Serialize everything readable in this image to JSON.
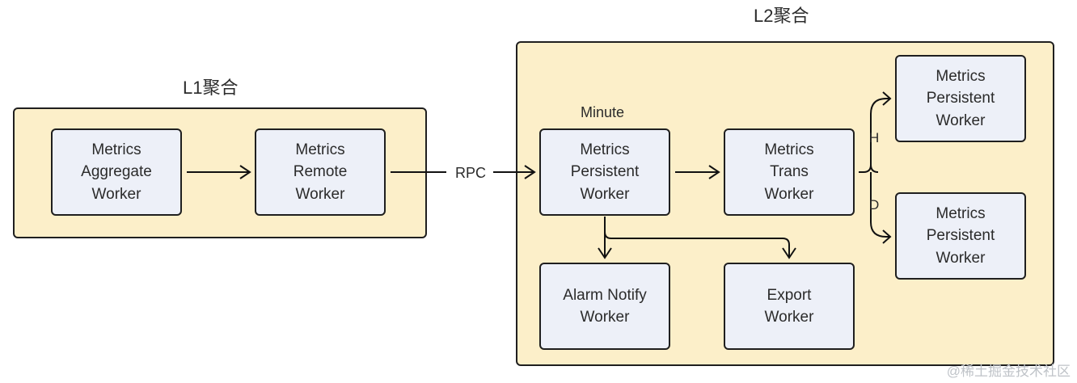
{
  "groups": {
    "l1": {
      "title": "L1聚合"
    },
    "l2": {
      "title": "L2聚合"
    }
  },
  "nodes": {
    "metrics_aggregate": "Metrics Aggregate Worker",
    "metrics_remote": "Metrics Remote Worker",
    "metrics_persistent_minute": "Metrics Persistent Worker",
    "metrics_trans": "Metrics Trans Worker",
    "alarm_notify": "Alarm Notify Worker",
    "export": "Export Worker",
    "metrics_persistent_hour": "Metrics Persistent Worker",
    "metrics_persistent_day": "Metrics Persistent Worker"
  },
  "labels": {
    "rpc": "RPC",
    "minute": "Minute",
    "hour": "H",
    "day": "D"
  },
  "watermark": "@稀土掘金技术社区"
}
